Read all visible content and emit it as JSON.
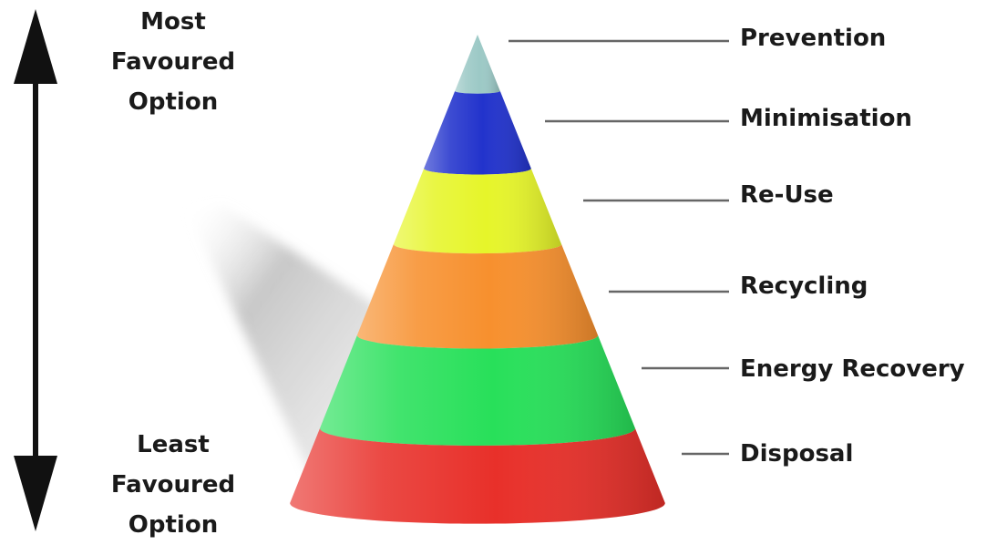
{
  "top_label": {
    "line1": "Most",
    "line2": "Favoured",
    "line3": "Option"
  },
  "bottom_label": {
    "line1": "Least",
    "line2": "Favoured",
    "line3": "Option"
  },
  "tiers": [
    {
      "label": "Prevention",
      "color": "#9cc9c6"
    },
    {
      "label": "Minimisation",
      "color": "#2233cc"
    },
    {
      "label": "Re-Use",
      "color": "#e6f52a"
    },
    {
      "label": "Recycling",
      "color": "#f7902e"
    },
    {
      "label": "Energy Recovery",
      "color": "#28e05a"
    },
    {
      "label": "Disposal",
      "color": "#e8302a"
    }
  ]
}
